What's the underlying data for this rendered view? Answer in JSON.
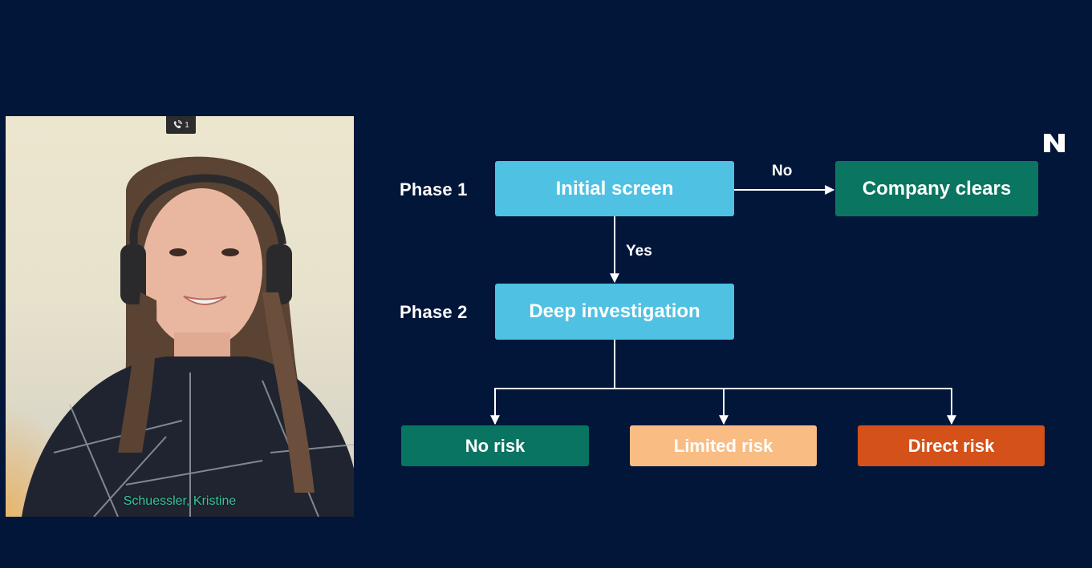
{
  "video": {
    "participant_name": "Schuessler, Kristine",
    "call_badge": {
      "icon": "phone-call-icon",
      "count": "1"
    }
  },
  "logo": {
    "icon": "n-logo-icon"
  },
  "flowchart": {
    "phases": [
      {
        "label": "Phase 1"
      },
      {
        "label": "Phase 2"
      }
    ],
    "nodes": {
      "initial_screen": {
        "label": "Initial screen",
        "color": "#4fc1e3"
      },
      "company_clears": {
        "label": "Company clears",
        "color": "#0a7560"
      },
      "deep_investigation": {
        "label": "Deep investigation",
        "color": "#4fc1e3"
      },
      "no_risk": {
        "label": "No risk",
        "color": "#087461"
      },
      "limited_risk": {
        "label": "Limited risk",
        "color": "#f9bd84"
      },
      "direct_risk": {
        "label": "Direct risk",
        "color": "#d4511a"
      }
    },
    "edges": [
      {
        "from": "initial_screen",
        "to": "company_clears",
        "label": "No"
      },
      {
        "from": "initial_screen",
        "to": "deep_investigation",
        "label": "Yes"
      },
      {
        "from": "deep_investigation",
        "to": "no_risk",
        "label": ""
      },
      {
        "from": "deep_investigation",
        "to": "limited_risk",
        "label": ""
      },
      {
        "from": "deep_investigation",
        "to": "direct_risk",
        "label": ""
      }
    ]
  }
}
